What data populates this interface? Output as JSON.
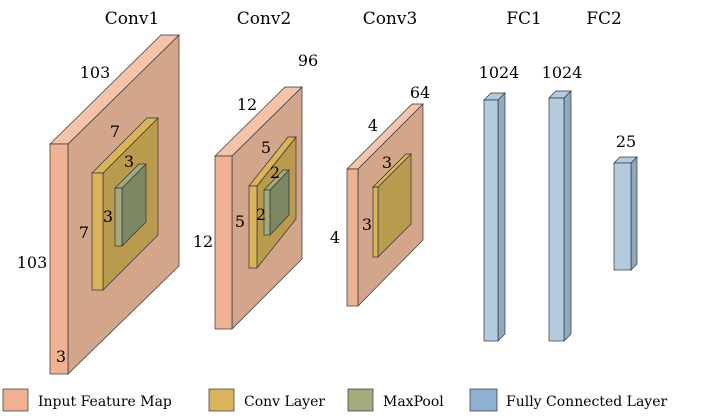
{
  "titles": {
    "conv1": "Conv1",
    "conv2": "Conv2",
    "conv3": "Conv3",
    "fc1": "FC1",
    "fc2": "FC2"
  },
  "conv1": {
    "input_width": "103",
    "input_height": "103",
    "input_depth": "3",
    "kernel_width": "7",
    "kernel_height": "7",
    "pool_width": "3",
    "pool_height": "3"
  },
  "conv2": {
    "input_width": "12",
    "input_height": "12",
    "input_depth": "96",
    "kernel_width": "5",
    "kernel_height": "5",
    "pool_width": "2",
    "pool_height": "2"
  },
  "conv3": {
    "input_width": "4",
    "input_height": "4",
    "input_depth": "64",
    "kernel_width": "3",
    "kernel_height": "3"
  },
  "fc1": {
    "units": "1024"
  },
  "fc_mid": {
    "units": "1024"
  },
  "fc2": {
    "units": "25"
  },
  "legend": {
    "input": "Input Feature Map",
    "conv": "Conv Layer",
    "pool": "MaxPool",
    "fc": "Fully Connected Layer"
  },
  "colors": {
    "input_front": "#eeb293",
    "input_side": "#d3a58a",
    "input_top": "#f3c3aa",
    "conv_front": "#d9b45a",
    "conv_side": "#b99a4e",
    "pool_front": "#a2aa7e",
    "pool_side": "#7c8763",
    "fc_front": "#b4cbdf",
    "fc_side": "#8ea9c0",
    "legend_fc": "#8fb0d2"
  }
}
